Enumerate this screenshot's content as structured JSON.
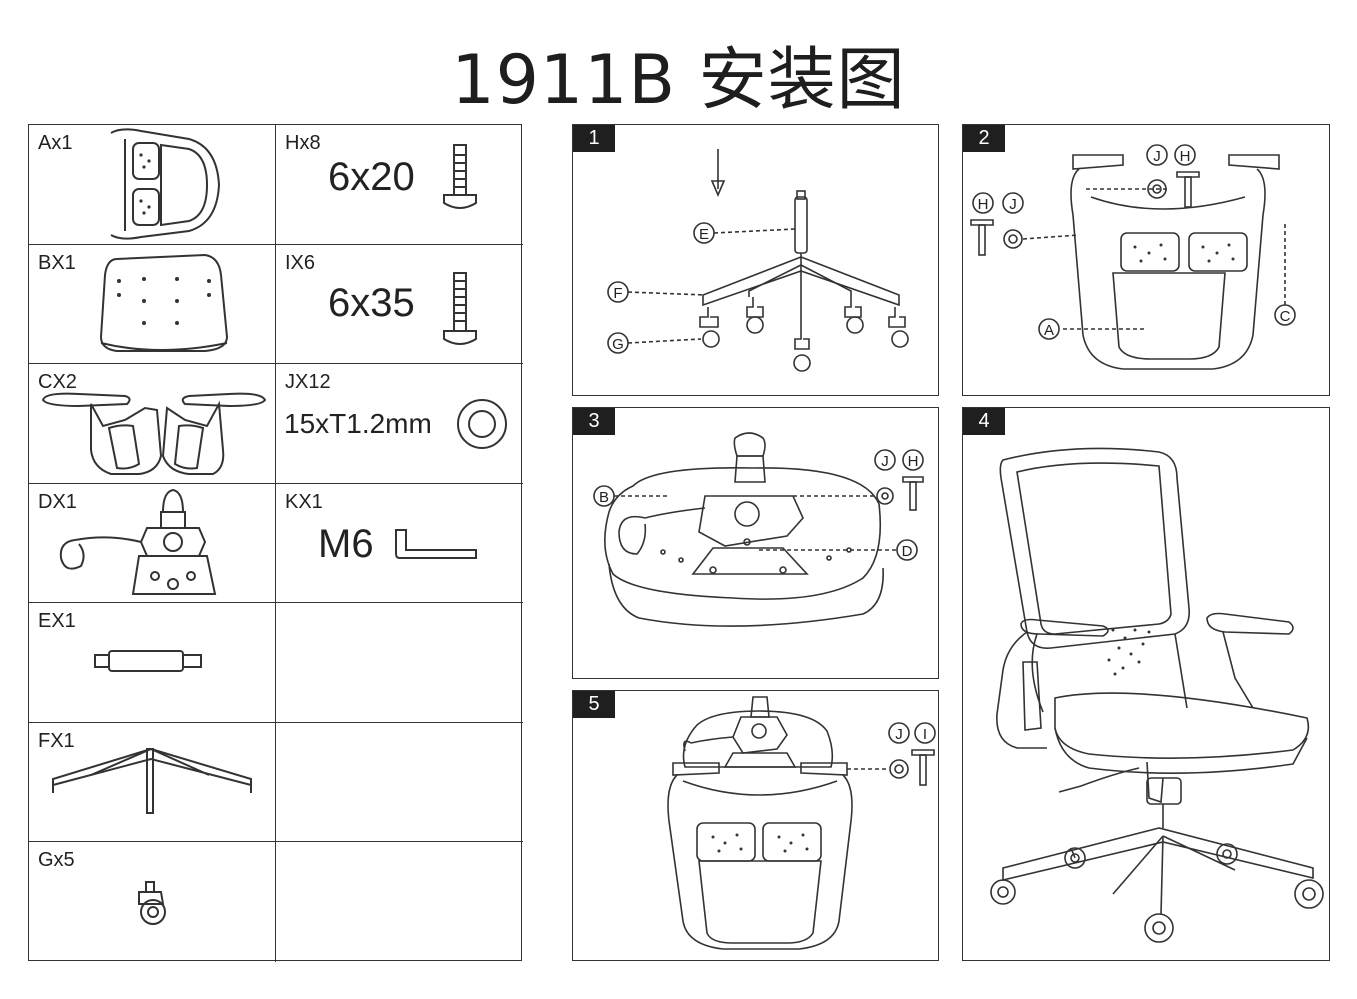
{
  "title": "1911B 安装图",
  "parts": [
    {
      "label": "Ax1",
      "spec": ""
    },
    {
      "label": "Hx8",
      "spec": "6x20"
    },
    {
      "label": "BX1",
      "spec": ""
    },
    {
      "label": "IX6",
      "spec": "6x35"
    },
    {
      "label": "CX2",
      "spec": ""
    },
    {
      "label": "JX12",
      "spec": "15xT1.2mm"
    },
    {
      "label": "DX1",
      "spec": ""
    },
    {
      "label": "KX1",
      "spec": "M6"
    },
    {
      "label": "EX1",
      "spec": ""
    },
    {
      "label": "FX1",
      "spec": ""
    },
    {
      "label": "Gx5",
      "spec": ""
    }
  ],
  "steps": [
    {
      "number": "1",
      "callouts": [
        "E",
        "F",
        "G"
      ]
    },
    {
      "number": "2",
      "callouts": [
        "J",
        "H",
        "H",
        "J",
        "A",
        "C"
      ]
    },
    {
      "number": "3",
      "callouts": [
        "B",
        "J",
        "H",
        "D"
      ]
    },
    {
      "number": "4",
      "callouts": []
    },
    {
      "number": "5",
      "callouts": [
        "J",
        "I"
      ]
    }
  ],
  "colors": {
    "line": "#333333",
    "badge": "#1f1f1f",
    "background": "#ffffff"
  }
}
